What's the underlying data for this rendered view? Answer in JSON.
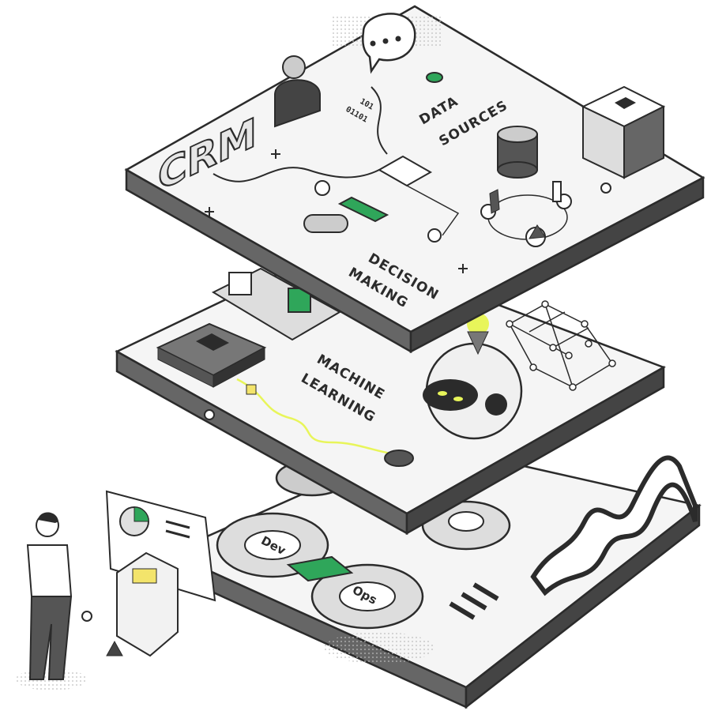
{
  "layers": {
    "top": {
      "title_line1": "DATA",
      "title_line2": "SOURCES",
      "subtitle_line1": "DECISION",
      "subtitle_line2": "MAKING",
      "crm_text": "CRM",
      "binary_line1": "101",
      "binary_line2": "01101"
    },
    "middle": {
      "title_line1": "MACHINE",
      "title_line2": "LEARNING"
    },
    "bottom": {
      "dev_label": "Dev",
      "ops_label": "Ops"
    }
  },
  "colors": {
    "accent_green": "#2fa65a",
    "glow_yellow": "#e8f55a",
    "outline": "#2b2b2b",
    "slab_side": "#555555",
    "surface": "#f4f4f4"
  }
}
